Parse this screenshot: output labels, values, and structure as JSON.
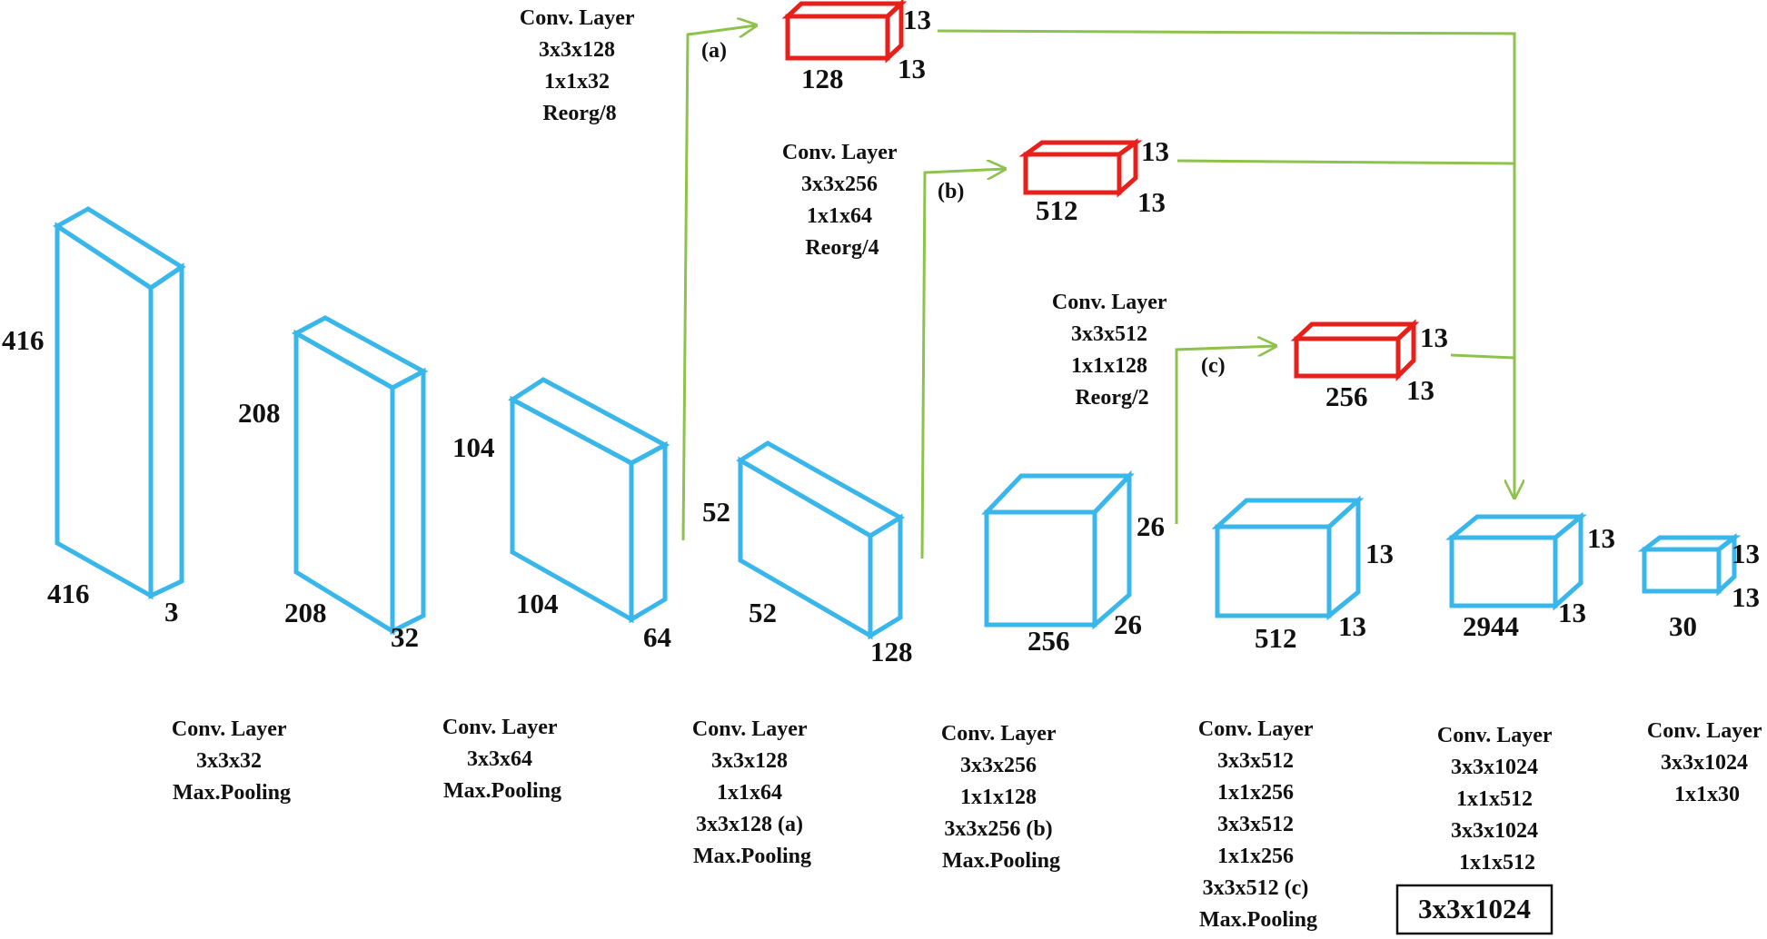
{
  "colors": {
    "feature_map": "#3ab7ea",
    "reorg_block": "#e8201c",
    "skip_path": "#8dc24c",
    "text": "#111111"
  },
  "feature_maps": [
    {
      "id": "fm1",
      "height": "416",
      "width": "416",
      "depth": "3"
    },
    {
      "id": "fm2",
      "height": "208",
      "width": "208",
      "depth": "32"
    },
    {
      "id": "fm3",
      "height": "104",
      "width": "104",
      "depth": "64"
    },
    {
      "id": "fm4",
      "height": "52",
      "width": "52",
      "depth": "128"
    },
    {
      "id": "fm5",
      "height": "26",
      "width": "256",
      "depth": "26"
    },
    {
      "id": "fm6",
      "height": "13",
      "width": "512",
      "depth": "13"
    },
    {
      "id": "fm7",
      "height": "13",
      "width": "2944",
      "depth": "13"
    },
    {
      "id": "fm8",
      "height": "13",
      "width": "30",
      "depth": "13"
    }
  ],
  "reorg_blocks": [
    {
      "id": "a",
      "channels": "128",
      "height": "13",
      "width": "13",
      "tag": "(a)",
      "label": [
        "Conv.  Layer",
        "3x3x128",
        "1x1x32",
        "Reorg/8"
      ]
    },
    {
      "id": "b",
      "channels": "512",
      "height": "13",
      "width": "13",
      "tag": "(b)",
      "label": [
        "Conv.  Layer",
        "3x3x256",
        "1x1x64",
        "Reorg/4"
      ]
    },
    {
      "id": "c",
      "channels": "256",
      "height": "13",
      "width": "13",
      "tag": "(c)",
      "label": [
        "Conv.  Layer",
        "3x3x512",
        "1x1x128",
        "Reorg/2"
      ]
    }
  ],
  "stage_labels": [
    [
      "Conv.  Layer",
      "3x3x32",
      "Max.Pooling"
    ],
    [
      "Conv.  Layer",
      "3x3x64",
      "Max.Pooling"
    ],
    [
      "Conv.  Layer",
      "3x3x128",
      "1x1x64",
      "3x3x128 (a)",
      "Max.Pooling"
    ],
    [
      "Conv.  Layer",
      "3x3x256",
      "1x1x128",
      "3x3x256 (b)",
      "Max.Pooling"
    ],
    [
      "Conv.  Layer",
      "3x3x512",
      "1x1x256",
      "3x3x512",
      "1x1x256",
      "3x3x512 (c)",
      "Max.Pooling"
    ],
    [
      "Conv.  Layer",
      "3x3x1024",
      "1x1x512",
      "3x3x1024",
      "1x1x512"
    ],
    [
      "Conv.  Layer",
      "3x3x1024",
      "1x1x30"
    ]
  ],
  "boxed_label": "3x3x1024"
}
